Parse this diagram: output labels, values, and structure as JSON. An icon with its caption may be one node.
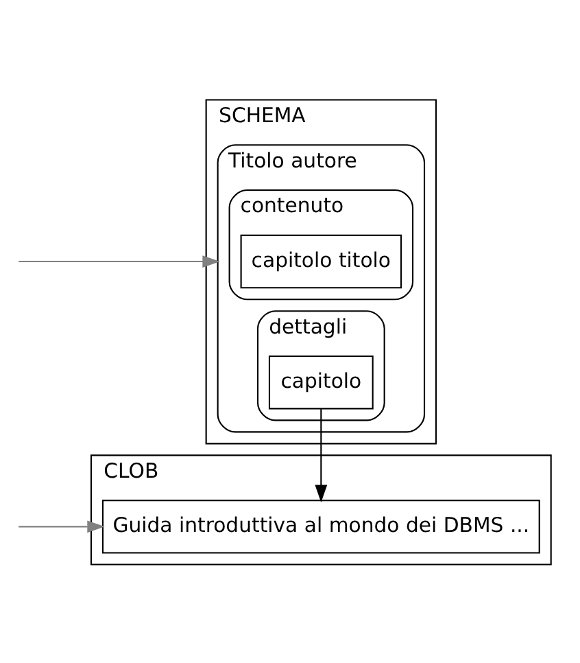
{
  "diagram": {
    "nodes": [
      {
        "text": [
          "SCHEMA"
        ]
      },
      {
        "text": [
          "Titolo autore"
        ],
        "in": 0
      },
      {
        "text": [
          "contenuto"
        ],
        "in": 1
      },
      {
        "text": [
          "capitolo titolo"
        ],
        "in": 2
      },
      {
        "text": [
          "dettagli"
        ],
        "in": 1
      },
      {
        "text": [
          "capitolo"
        ],
        "in": 4
      },
      {
        "text": [
          "CLOB"
        ]
      },
      {
        "text": [
          "Guida introduttiva al mondo dei DBMS ..."
        ],
        "in": 6
      }
    ],
    "edges": [
      {
        "from": null,
        "to": 1,
        "arrow": "to",
        "color": "#808080"
      },
      {
        "from": 5,
        "to": 7,
        "arrow": "to",
        "color": "#000000"
      },
      {
        "from": null,
        "to": 7,
        "arrow": "to",
        "color": "#808080"
      }
    ]
  }
}
